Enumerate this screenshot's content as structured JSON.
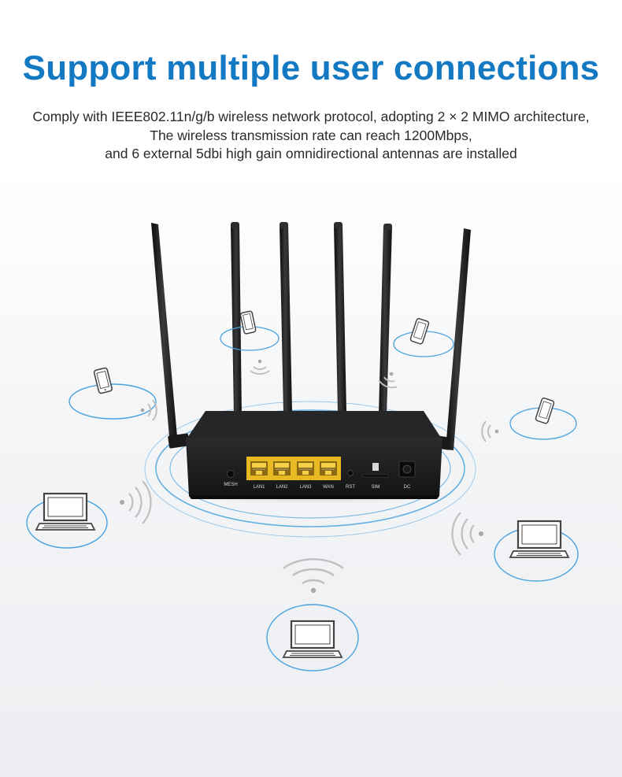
{
  "headline": "Support multiple user connections",
  "description": {
    "line1": "Comply with IEEE802.11n/g/b wireless network protocol, adopting 2 × 2 MIMO architecture,",
    "line2": "The wireless transmission rate can reach 1200Mbps,",
    "line3": "and 6 external 5dbi high gain omnidirectional antennas are installed"
  },
  "router": {
    "port_labels": {
      "mesh": "MESH",
      "lan1": "LAN1",
      "lan2": "LAN2",
      "lan3": "LAN3",
      "wan": "WAN",
      "rst": "RST",
      "sim": "SIM",
      "dc": "DC"
    },
    "antenna_count": 6,
    "body_color": "#1b1b1d",
    "port_color": "#e8b923"
  },
  "colors": {
    "headline": "#1479c3",
    "ring": "#4aa3df",
    "wifi_signal": "#bfbfbf"
  },
  "client_icons": [
    "smartphone-icon",
    "smartphone-icon",
    "smartphone-icon",
    "smartphone-icon",
    "laptop-icon",
    "laptop-icon",
    "laptop-icon"
  ]
}
